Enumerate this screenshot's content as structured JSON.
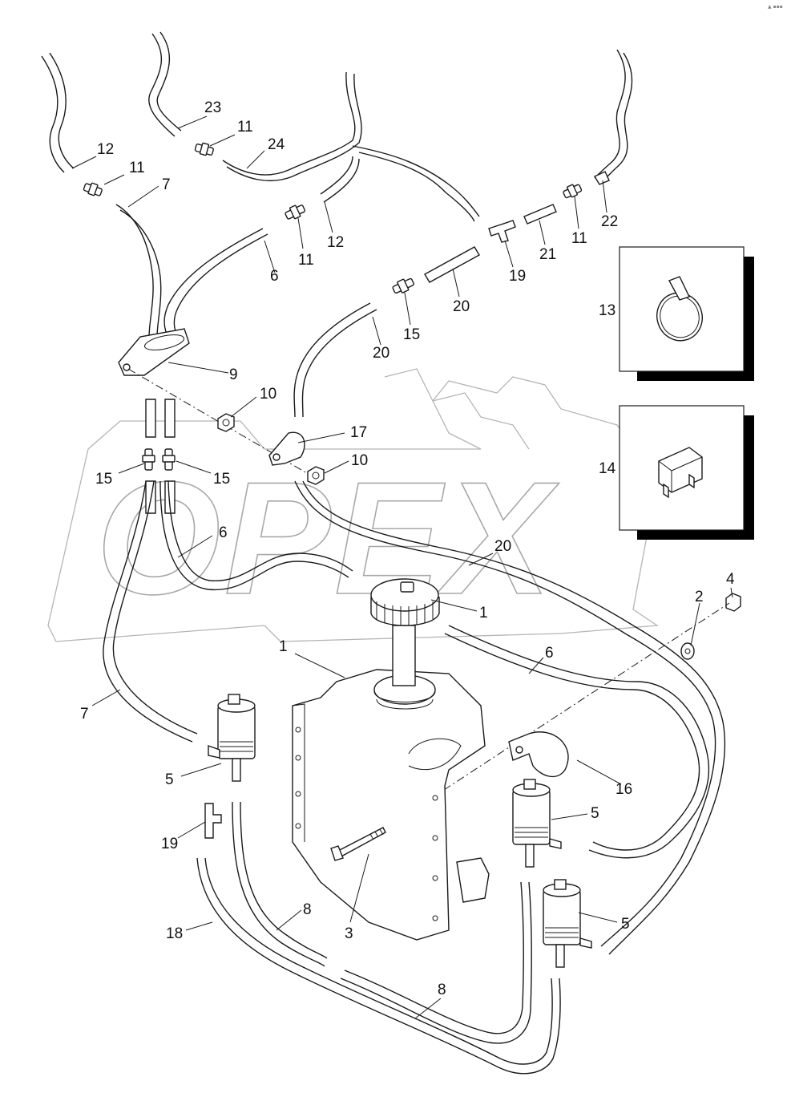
{
  "watermark": {
    "text": "OPEX"
  },
  "corner_mark": "▲ ▪▪▪",
  "callouts": {
    "c1a": "1",
    "c1b": "1",
    "c2": "2",
    "c3": "3",
    "c4": "4",
    "c5a": "5",
    "c5b": "5",
    "c5c": "5",
    "c6a": "6",
    "c6b": "6",
    "c6c": "6",
    "c7a": "7",
    "c7b": "7",
    "c8a": "8",
    "c8b": "8",
    "c9": "9",
    "c10a": "10",
    "c10b": "10",
    "c11a": "11",
    "c11b": "11",
    "c11c": "11",
    "c11d": "11",
    "c12a": "12",
    "c12b": "12",
    "c13": "13",
    "c14": "14",
    "c15a": "15",
    "c15b": "15",
    "c15c": "15",
    "c16": "16",
    "c17": "17",
    "c18": "18",
    "c19a": "19",
    "c19b": "19",
    "c20a": "20",
    "c20b": "20",
    "c20c": "20",
    "c21": "21",
    "c22": "22",
    "c23": "23",
    "c24": "24"
  },
  "icons": {
    "inset_13": "hose-clamp-icon",
    "inset_14": "fuse-icon"
  }
}
